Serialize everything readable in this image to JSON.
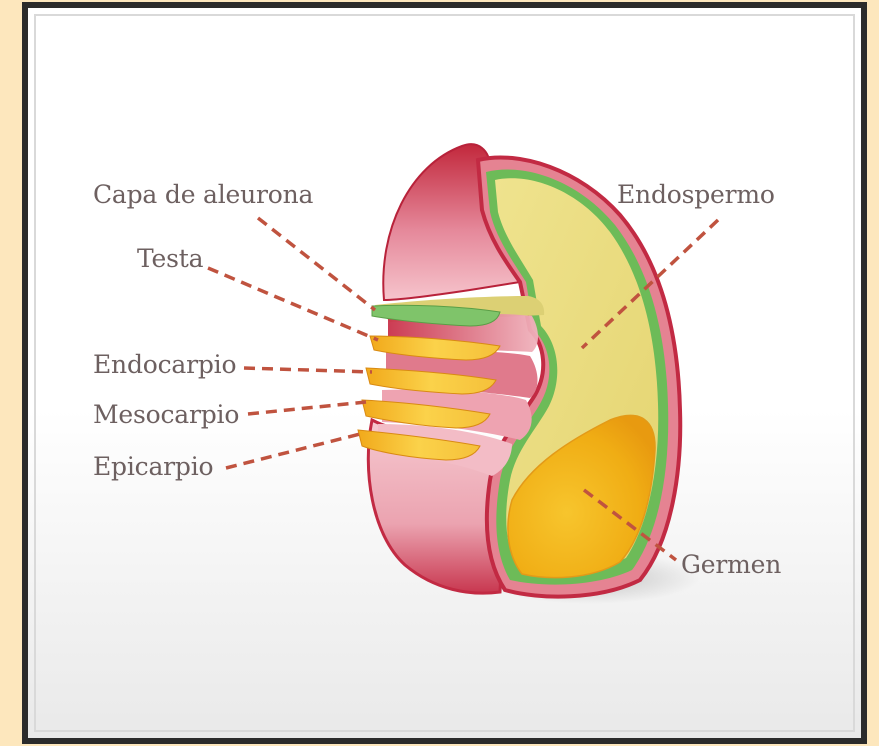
{
  "labels": {
    "aleurone": "Capa de aleurona",
    "testa": "Testa",
    "endocarp": "Endocarpio",
    "mesocarp": "Mesocarpio",
    "epicarp": "Epicarpio",
    "endosperm": "Endospermo",
    "germ": "Germen"
  },
  "colors": {
    "leader_line": "#c0533f",
    "pericarp_red": "#c9324a",
    "pericarp_pink": "#f3b6c0",
    "endosperm_yellow": "#ecdf80",
    "aleurone_green": "#6dbb58",
    "germ_orange": "#f2b419",
    "frame": "#2b2b2b",
    "background": "#fde7bd"
  }
}
